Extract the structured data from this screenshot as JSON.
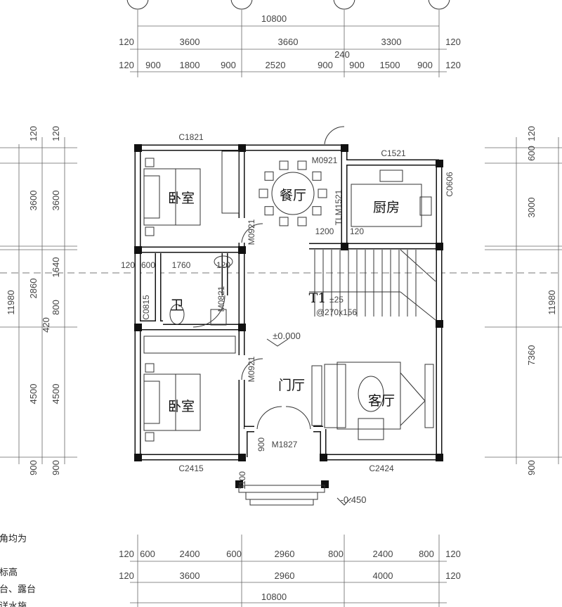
{
  "dimensions": {
    "top_overall": "10800",
    "top_axes": [
      "120",
      "3600",
      "3660",
      "3300",
      "120"
    ],
    "top_wall": "240",
    "top_detail": [
      "120",
      "900",
      "1800",
      "900",
      "2520",
      "900",
      "900",
      "1500",
      "900",
      "120"
    ],
    "bottom_detail": [
      "120",
      "600",
      "2400",
      "600",
      "2960",
      "800",
      "2400",
      "800",
      "120"
    ],
    "bottom_axes": [
      "120",
      "3600",
      "2960",
      "4000",
      "120"
    ],
    "bottom_overall": "10800",
    "left_outer": [
      "120",
      "3600",
      "2860",
      "4500",
      "900"
    ],
    "left_inner": [
      "120",
      "3600",
      "1640",
      "800",
      "420",
      "4500",
      "900"
    ],
    "left_total": "11980",
    "right_inner": [
      "120",
      "600",
      "3000",
      "7360",
      "900"
    ],
    "right_total": "11980"
  },
  "rooms": [
    "卧室",
    "卧室",
    "餐厅",
    "厨房",
    "卫",
    "门厅",
    "客厅"
  ],
  "openings": [
    "C1821",
    "M0921",
    "C1521",
    "C0606",
    "TLM1521",
    "1200",
    "120",
    "M0921",
    "120",
    "600",
    "1760",
    "120",
    "M0821",
    "C0815",
    "M0921",
    "900",
    "M1827",
    "1100",
    "C2415",
    "C2424"
  ],
  "stair": {
    "name": "T1",
    "steps": "±25",
    "tread": "@270x156"
  },
  "elevations": {
    "floor": "±0.000",
    "outdoor": "-0.450"
  },
  "notes": [
    "墙角均为",
    "层标高",
    "阳台、露台",
    "置详水施"
  ],
  "colors": {
    "wall": "#111111",
    "line": "#333333",
    "background": "#ffffff"
  }
}
